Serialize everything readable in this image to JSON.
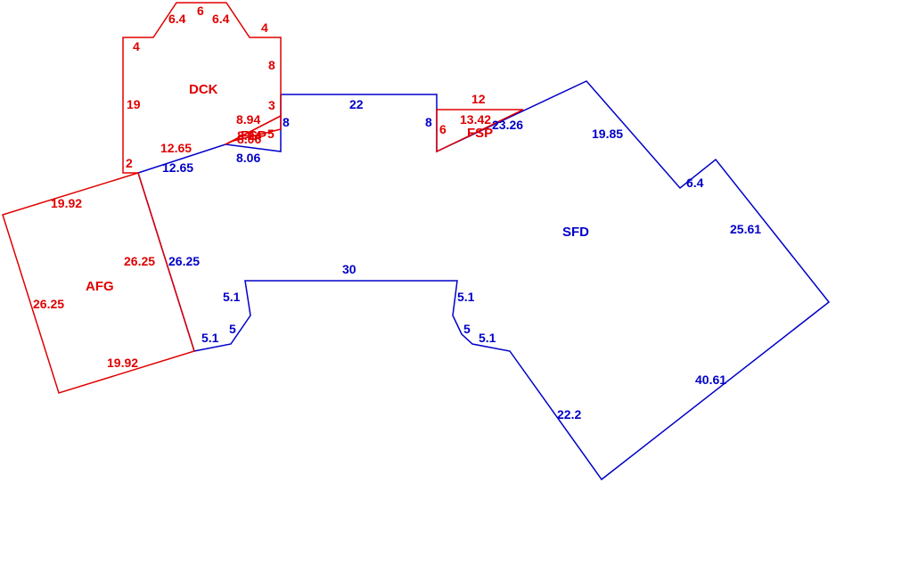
{
  "colors": {
    "red": "#e00000",
    "blue": "#0000c8",
    "background": "#ffffff"
  },
  "areas": {
    "dck": "DCK",
    "afg": "AFG",
    "sfd": "SFD",
    "fsp_left": "FSP",
    "fsp_right": "FSP"
  },
  "dims": {
    "dck_top_a": "6.4",
    "dck_top_b": "6",
    "dck_top_c": "6.4",
    "dck_left_top": "4",
    "dck_right_top": "4",
    "dck_right": "8",
    "dck_left": "19",
    "dck_right_low": "3",
    "dck_bottom_left": "2",
    "dck_bottom": "12.65",
    "fsp_diag": "8.94",
    "fsp_stack_a": "8.94",
    "fsp_stack_b": "8.06",
    "fsp_right_small": "5",
    "fsp_bottom": "8.06",
    "sfd_8_left": "8",
    "sfd_top_22": "22",
    "sfd_8_right": "8",
    "fsp2_top": "12",
    "fsp2_diag": "13.42",
    "fsp2_left": "6",
    "sfd_23_26": "23.26",
    "sfd_19_85": "19.85",
    "sfd_6_4": "6.4",
    "sfd_25_61": "25.61",
    "sfd_40_61": "40.61",
    "sfd_22_2": "22.2",
    "sfd_12_65": "12.65",
    "sfd_26_25": "26.25",
    "afg_19_92_top": "19.92",
    "afg_26_25_right": "26.25",
    "afg_26_25_left": "26.25",
    "afg_19_92_bottom": "19.92",
    "notch_30": "30",
    "notch_5_1_left_top": "5.1",
    "notch_5_left": "5",
    "notch_5_1_left_bottom": "5.1",
    "notch_5_1_right_top": "5.1",
    "notch_5_right": "5",
    "notch_5_1_right_bottom": "5.1"
  }
}
